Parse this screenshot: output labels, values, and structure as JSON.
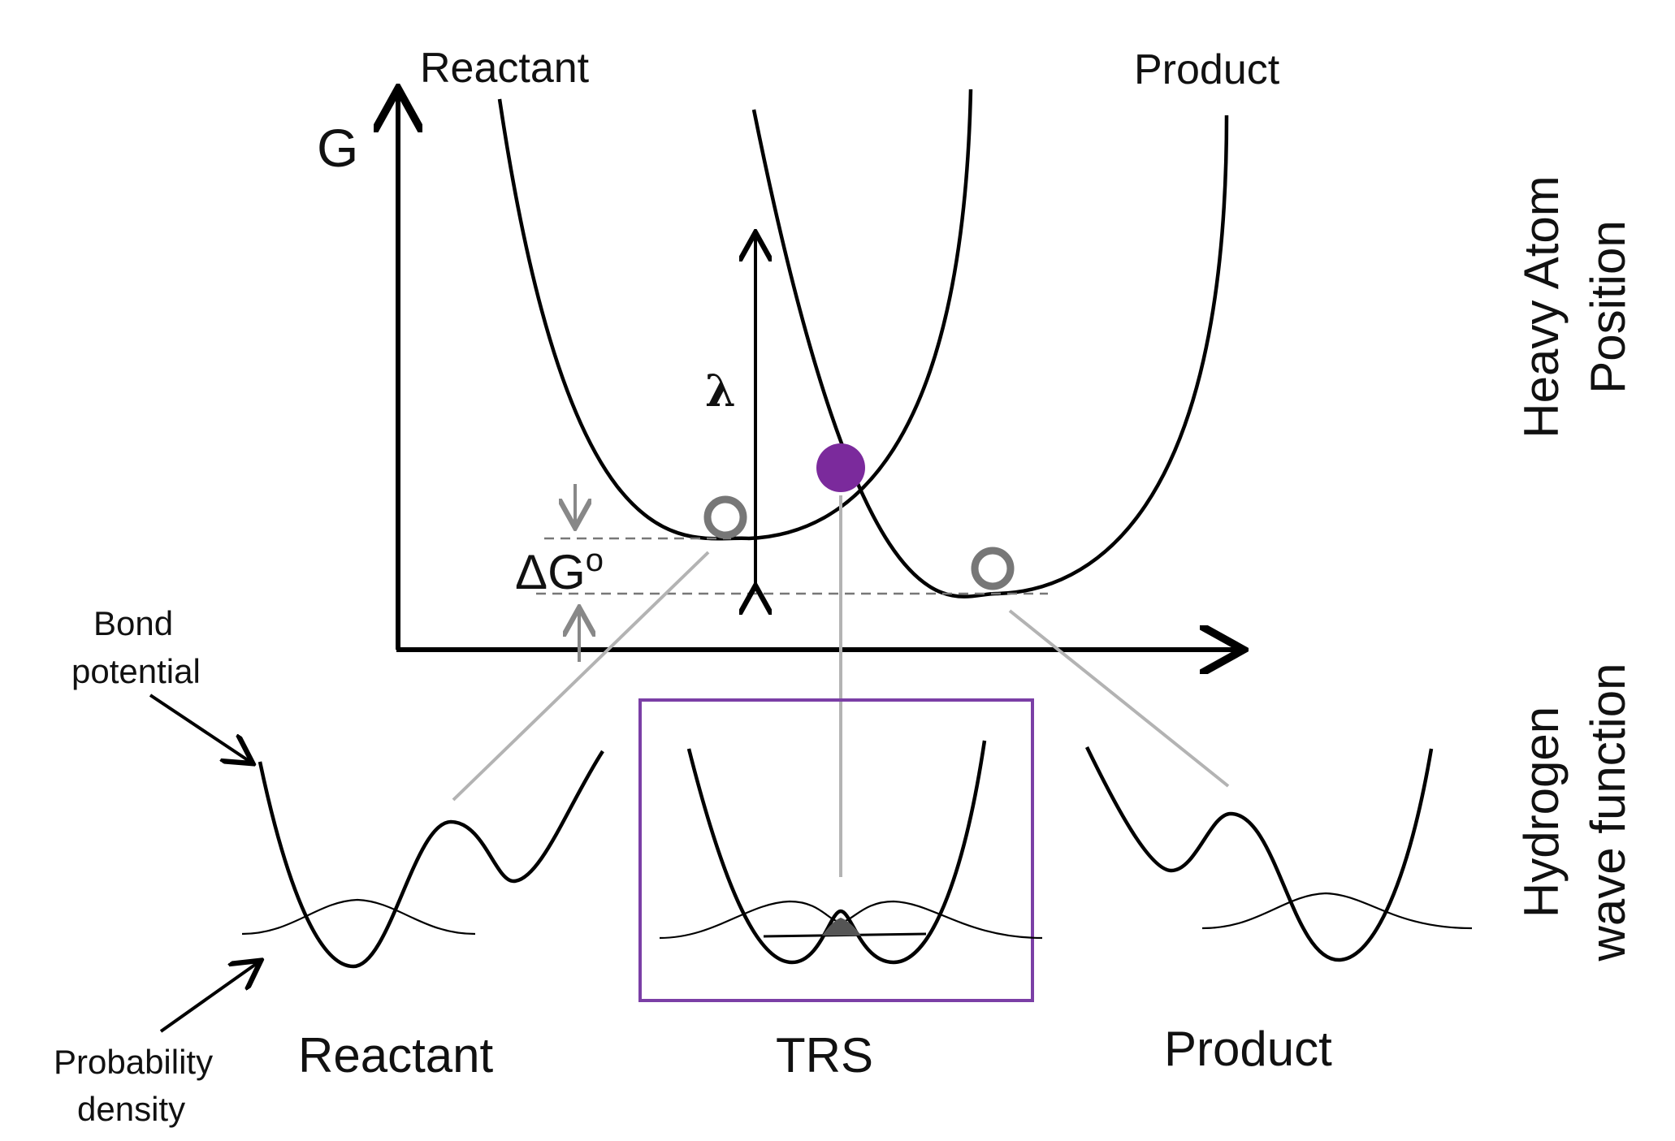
{
  "labels": {
    "reactant_top": "Reactant",
    "product_top": "Product",
    "g_axis": "G",
    "lambda": "λ",
    "delta_g": "ΔG",
    "delta_g_sup": "o",
    "heavy_atom_line1": "Heavy Atom",
    "heavy_atom_line2": "Position",
    "hydrogen_line1": "Hydrogen",
    "hydrogen_line2": "wave function",
    "bond_line1": "Bond",
    "bond_line2": "potential",
    "prob_line1": "Probability",
    "prob_line2": "density",
    "reactant_bottom": "Reactant",
    "trs_bottom": "TRS",
    "product_bottom": "Product"
  },
  "colors": {
    "transition_marker": "#7b2a9c",
    "trs_box": "#7b3fa6",
    "state_marker": "#777777",
    "connector": "#b3b3b3",
    "product_curve_tint": "#8b1a1a"
  }
}
